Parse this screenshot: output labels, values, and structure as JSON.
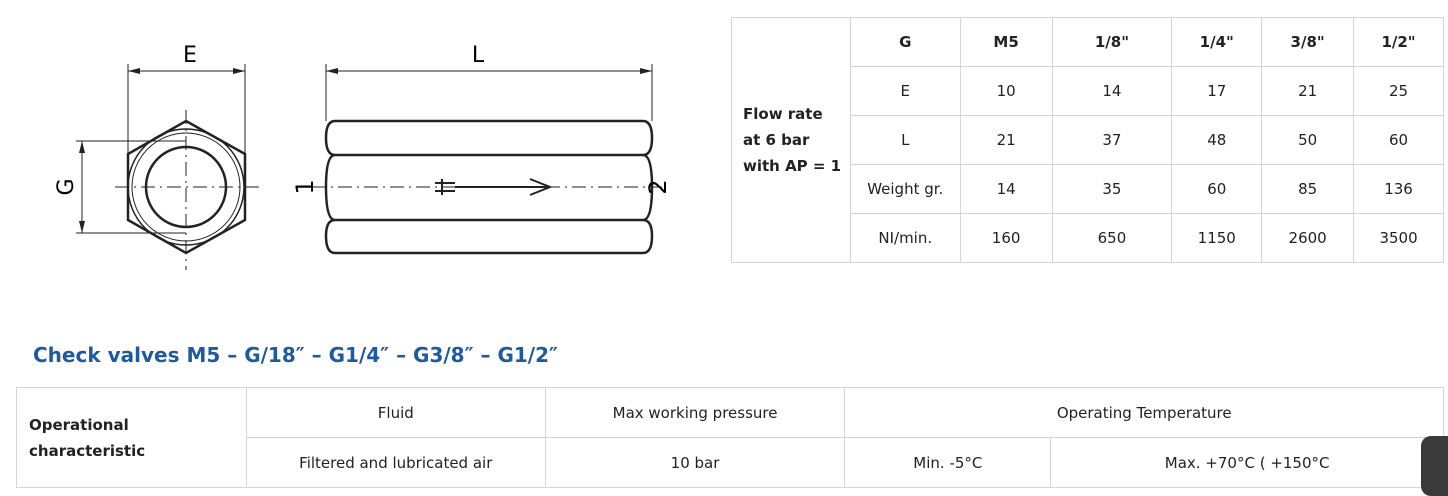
{
  "drawing": {
    "label_e": "E",
    "label_l": "L",
    "label_g": "G",
    "port_in": "1",
    "port_out": "2"
  },
  "spec_table": {
    "side_label": [
      "Flow rate",
      "at 6 bar",
      "with AP = 1"
    ],
    "header": [
      "G",
      "M5",
      "1/8\"",
      "1/4\"",
      "3/8\"",
      "1/2\""
    ],
    "rows": [
      [
        "E",
        "10",
        "14",
        "17",
        "21",
        "25"
      ],
      [
        "L",
        "21",
        "37",
        "48",
        "50",
        "60"
      ],
      [
        "Weight gr.",
        "14",
        "35",
        "60",
        "85",
        "136"
      ],
      [
        "NI/min.",
        "160",
        "650",
        "1150",
        "2600",
        "3500"
      ]
    ]
  },
  "section_title": "Check valves M5 – G/18″ – G1/4″ – G3/8″ – G1/2″",
  "ops_table": {
    "side_label": [
      "Operational",
      "characteristic"
    ],
    "header": [
      "Fluid",
      "Max working pressure",
      "Operating Temperature"
    ],
    "values": [
      "Filtered and lubricated air",
      "10 bar",
      "Min. -5°C",
      "Max. +70°C ( +150°C"
    ]
  }
}
